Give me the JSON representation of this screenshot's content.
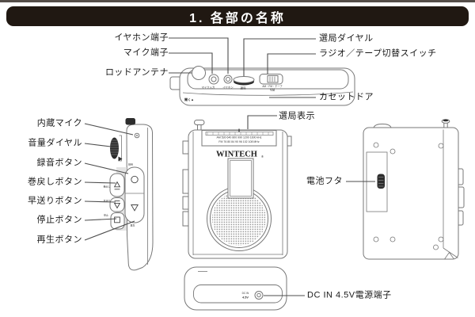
{
  "title": "1. 各部の名称",
  "callouts": {
    "earphone_jack": "イヤホン端子",
    "mic_jack": "マイク端子",
    "rod_antenna": "ロッドアンテナ",
    "tuning_dial": "選局ダイヤル",
    "radio_tape_switch": "ラジオ／テープ切替スイッチ",
    "cassette_door": "カセットドア",
    "tuning_display": "選局表示",
    "built_in_mic": "内蔵マイク",
    "volume_dial": "音量ダイヤル",
    "record_button": "録音ボタン",
    "rewind_button": "巻戻しボタン",
    "fast_forward_button": "早送りボタン",
    "stop_button": "停止ボタン",
    "play_button": "再生ボタン",
    "battery_cover": "電池フタ",
    "dc_in_jack": "DC IN 4.5V電源端子"
  },
  "markings": {
    "logo": "WINTECH",
    "logo_reg": "®",
    "scale_am": "AM 530 640 800 990 1200 1600 kHz",
    "scale_fm": "FM 76 80 84 90 96 102 108 MHz",
    "mic_input": "マイク入力",
    "earphone": "イヤホン",
    "tuning": "選局",
    "switch_row1": "AM・FM・テープ",
    "switch_row2": "切替",
    "open": "開く▲",
    "dc_row1": "DC IN",
    "dc_row2": "4.5V",
    "side_record": "録音",
    "side_rewind": "巻戻し",
    "side_ff": "早送り",
    "side_stop": "停止",
    "side_play": "再生"
  },
  "colors": {
    "banner_bg": "#201812",
    "banner_text": "#ffffff",
    "line_art": "#777777",
    "leader_line": "#4d4d4d",
    "label_text": "#1a1a1a",
    "dark_part": "#2d2d2d"
  }
}
